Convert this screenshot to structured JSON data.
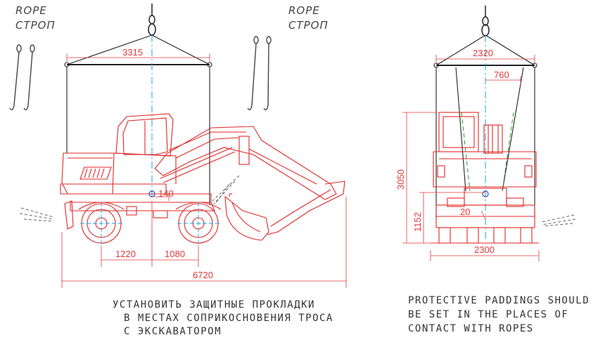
{
  "labels": {
    "rope_left_en": "ROPE",
    "rope_left_ru": "СТРОП",
    "rope_right_en": "ROPE",
    "rope_right_ru": "СТРОП"
  },
  "dimensions": {
    "top_span_side": "3315",
    "hook_offset": "140",
    "wheel_front": "1220",
    "wheel_rear": "1080",
    "overall_length": "6720",
    "top_span_front": "2320",
    "offset_front": "760",
    "height_total": "3050",
    "height_lower": "1152",
    "gap_lower": "20",
    "width_track": "2300"
  },
  "notes": {
    "ru_line1": "УСТАНОВИТЬ ЗАЩИТНЫЕ ПРОКЛАДКИ",
    "ru_line2": "В МЕСТАХ СОПРИКОСНОВЕНИЯ ТРОСА",
    "ru_line3": "С ЭКСКАВАТОРОМ",
    "en_line1": "PROTECTIVE PADDINGS SHOULD",
    "en_line2": "BE SET IN THE PLACES OF",
    "en_line3": "CONTACT WITH ROPES"
  },
  "colors": {
    "machine": "#e02828",
    "rope": "#222222",
    "centerline": "#1aa0e0",
    "padding_hint": "#2a9a2a"
  }
}
